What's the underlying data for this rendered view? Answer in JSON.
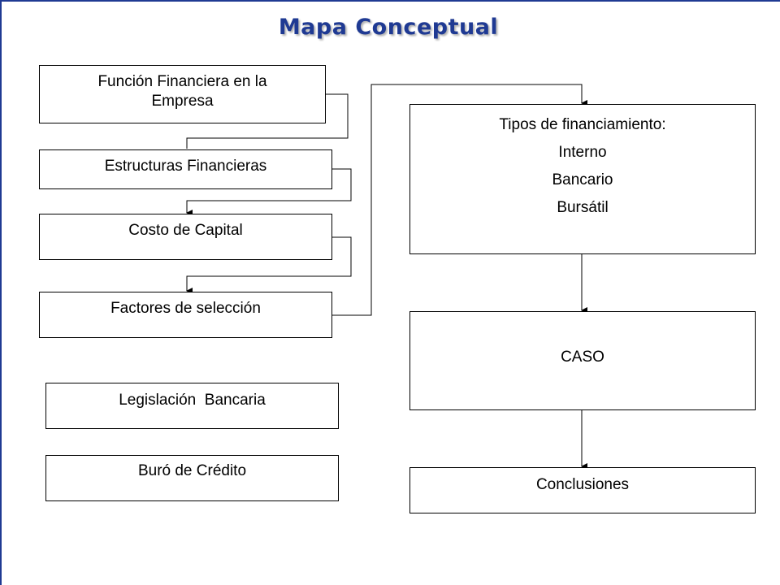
{
  "title": "Mapa Conceptual",
  "left_boxes": {
    "funcion_line1": "Función Financiera en la",
    "funcion_line2": "Empresa",
    "estructuras": "Estructuras Financieras",
    "costo": "Costo de Capital",
    "factores": "Factores de selección",
    "legislacion": "Legislación  Bancaria",
    "buro": "Buró de Crédito"
  },
  "right_boxes": {
    "tipos_heading": "Tipos de financiamiento:",
    "tipos_items": [
      "Interno",
      "Bancario",
      "Bursátil"
    ],
    "caso": "CASO",
    "conclusiones": "Conclusiones"
  },
  "colors": {
    "title": "#1f3a93",
    "frame": "#1f3a93",
    "lines": "#000000"
  }
}
